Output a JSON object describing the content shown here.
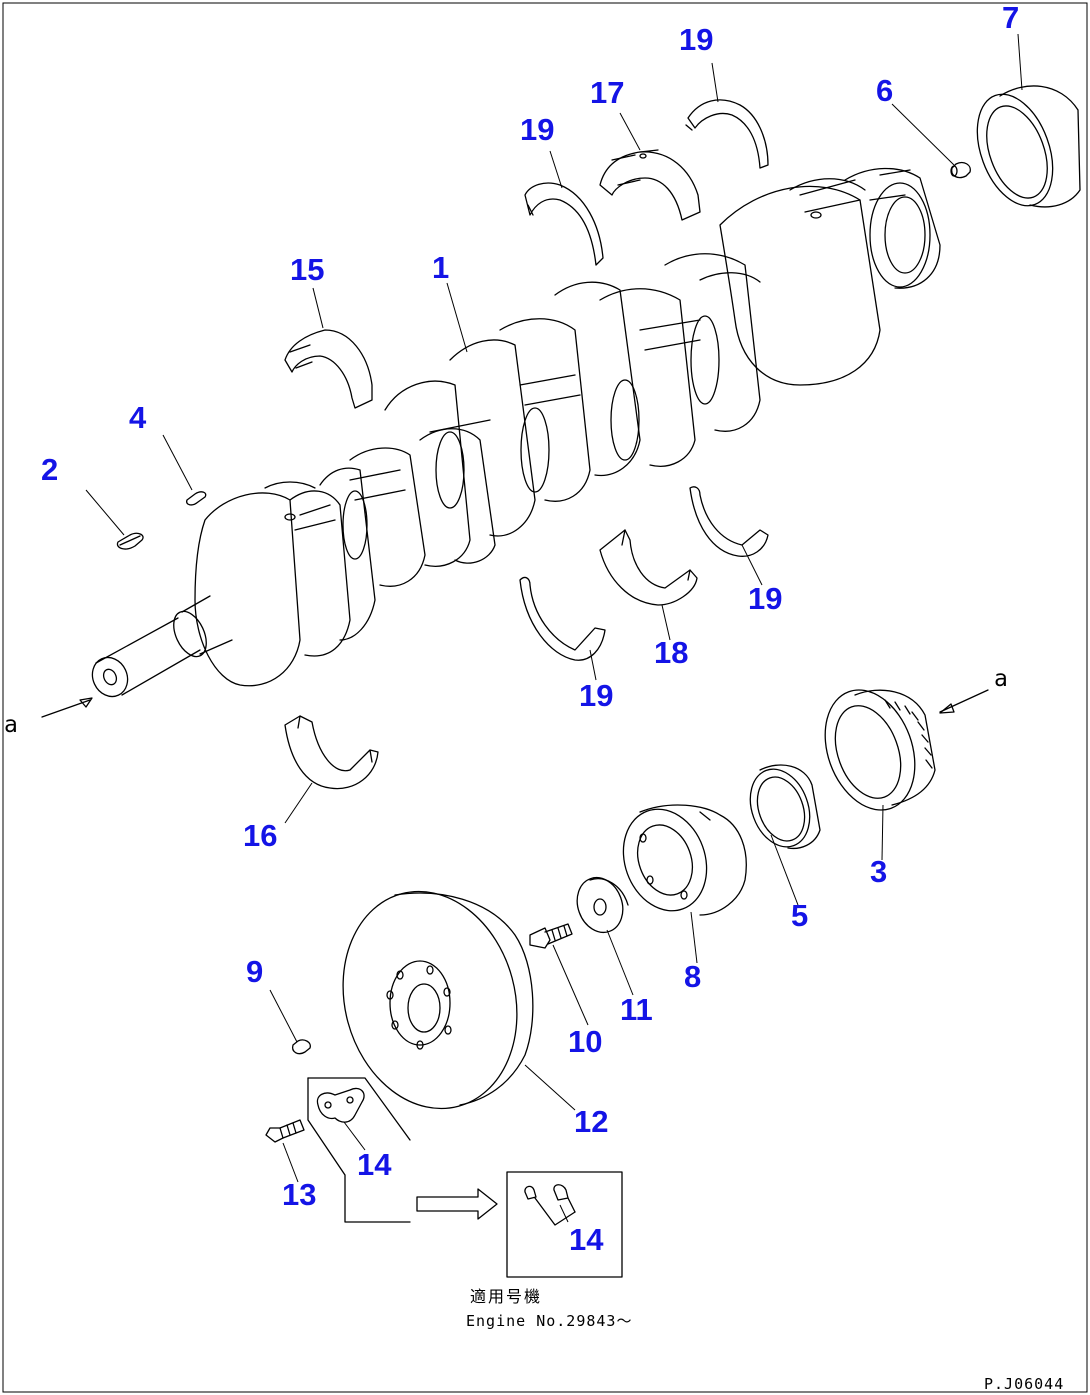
{
  "callouts": {
    "c1": "1",
    "c2": "2",
    "c3": "3",
    "c4": "4",
    "c5": "5",
    "c6": "6",
    "c7": "7",
    "c8": "8",
    "c9": "9",
    "c10": "10",
    "c11": "11",
    "c12": "12",
    "c13": "13",
    "c14a": "14",
    "c14b": "14",
    "c15": "15",
    "c16": "16",
    "c17": "17",
    "c18": "18",
    "c19a": "19",
    "c19b": "19",
    "c19c": "19",
    "c19d": "19"
  },
  "view_marker": {
    "left": "a",
    "right": "a"
  },
  "applicability": {
    "label_jp": "適用号機",
    "serial": "Engine No.29843～"
  },
  "drawing_code": "P.J06044",
  "colors": {
    "callout": "#1414e6",
    "line": "#000000",
    "background": "#ffffff"
  }
}
